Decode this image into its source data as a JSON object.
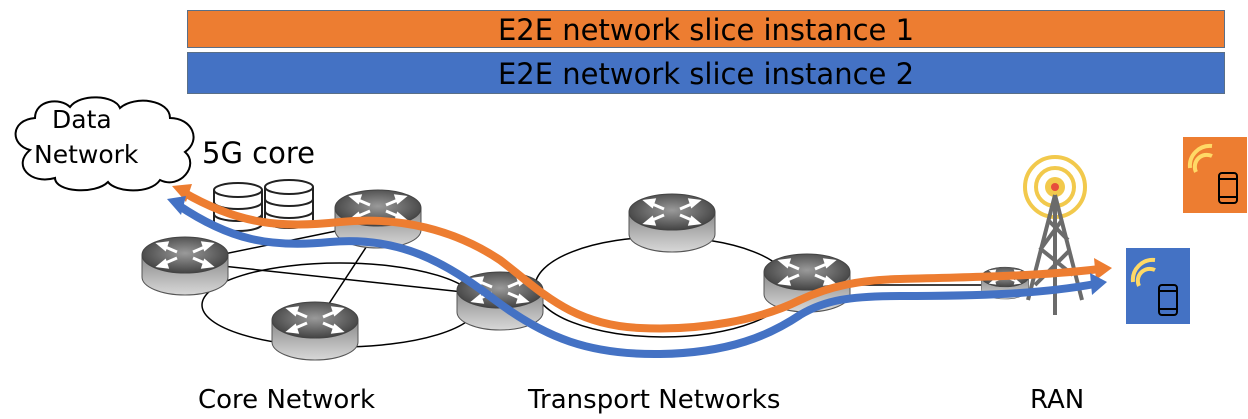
{
  "slices": {
    "slice1": "E2E network slice instance 1",
    "slice2": "E2E network slice instance 2",
    "slice1_color": "#ed7d31",
    "slice2_color": "#4472c4"
  },
  "core": {
    "data_network_line1": "Data",
    "data_network_line2": "Network",
    "core_label": "5G core"
  },
  "domains": {
    "core_network": "Core Network",
    "transport_networks": "Transport Networks",
    "ran": "RAN"
  },
  "icons": {
    "router": "router-icon",
    "database": "database-icon",
    "tower": "cell-tower-icon",
    "phone": "mobile-phone-icon"
  }
}
